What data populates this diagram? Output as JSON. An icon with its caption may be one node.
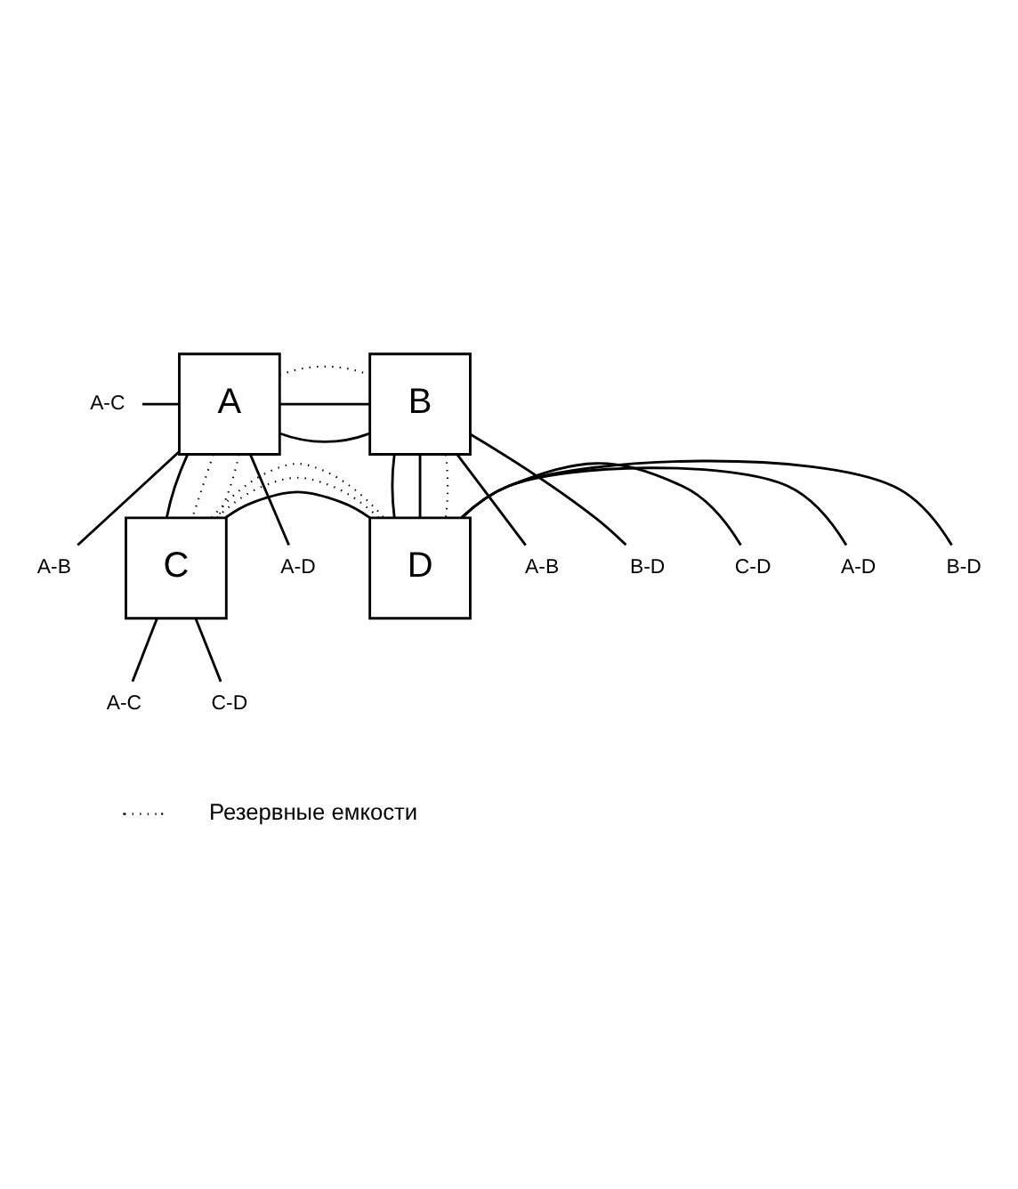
{
  "diagram": {
    "nodes": [
      {
        "text": [
          "A"
        ]
      },
      {
        "text": [
          "B"
        ]
      },
      {
        "text": [
          "C"
        ]
      },
      {
        "text": [
          "D"
        ]
      },
      {
        "text": [
          "A-D"
        ]
      },
      {
        "text": [
          "A-B"
        ]
      },
      {
        "text": [
          "A-B"
        ]
      },
      {
        "text": [
          "B-D"
        ]
      },
      {
        "text": [
          "A-C"
        ]
      },
      {
        "text": [
          "B-D"
        ]
      },
      {
        "text": [
          "A-D"
        ]
      },
      {
        "text": [
          "C-D"
        ]
      },
      {
        "text": [
          "A-C"
        ]
      },
      {
        "text": [
          "C-D"
        ]
      }
    ],
    "edges": [
      {
        "from": 4,
        "to": 0,
        "arrow": "none"
      },
      {
        "from": 0,
        "to": 1,
        "arrow": "none"
      },
      {
        "from": 1,
        "to": 3,
        "arrow": "none"
      },
      {
        "from": 3,
        "to": 10,
        "arrow": "none"
      },
      {
        "from": 5,
        "to": 0,
        "arrow": "none"
      },
      {
        "from": 0,
        "to": 1,
        "arrow": "none"
      },
      {
        "from": 1,
        "to": 6,
        "arrow": "none"
      },
      {
        "from": 7,
        "to": 1,
        "arrow": "none"
      },
      {
        "from": 1,
        "to": 3,
        "arrow": "none"
      },
      {
        "from": 3,
        "to": 9,
        "arrow": "none"
      },
      {
        "from": 8,
        "to": 0,
        "arrow": "none"
      },
      {
        "from": 0,
        "to": 2,
        "arrow": "none"
      },
      {
        "from": 2,
        "to": 12,
        "arrow": "none"
      },
      {
        "from": 13,
        "to": 2,
        "arrow": "none"
      },
      {
        "from": 2,
        "to": 3,
        "arrow": "none"
      },
      {
        "from": 3,
        "to": 11,
        "arrow": "none"
      },
      {
        "from": 0,
        "to": 1,
        "arrow": "none",
        "style": "dashed"
      },
      {
        "from": 0,
        "to": 2,
        "arrow": "none",
        "style": "dashed"
      },
      {
        "from": 0,
        "to": 2,
        "arrow": "none",
        "style": "dashed"
      },
      {
        "from": 1,
        "to": 3,
        "arrow": "none",
        "style": "dashed"
      },
      {
        "from": 2,
        "to": 3,
        "arrow": "none",
        "style": "dashed"
      },
      {
        "from": 2,
        "to": 3,
        "arrow": "none",
        "style": "dashed"
      }
    ],
    "legend": [
      {
        "text": "Резервные емкости"
      }
    ]
  }
}
